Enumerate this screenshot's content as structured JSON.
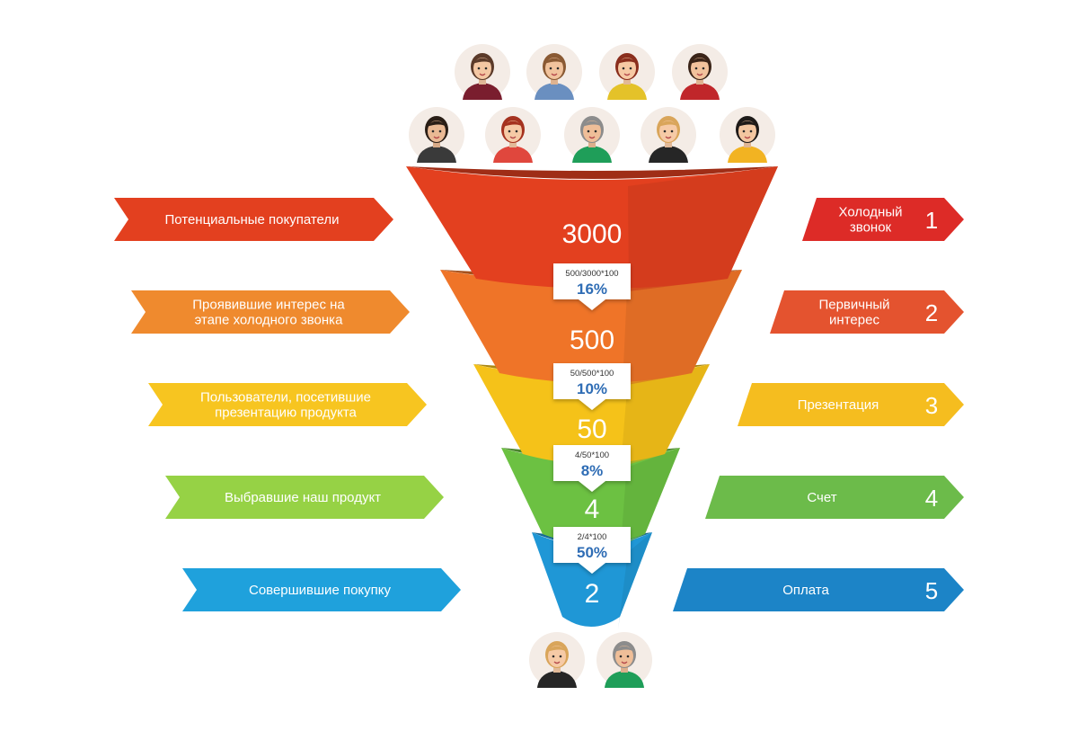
{
  "people_top": [
    {
      "icon": "woman-brown-hair-icon",
      "hair": "#5b3a29",
      "shirt": "#7a1e2e",
      "skin": "#f4c7a3"
    },
    {
      "icon": "man-plaid-shirt-icon",
      "hair": "#8a5a34",
      "shirt": "#6a8fc0",
      "skin": "#f1c39d"
    },
    {
      "icon": "woman-glasses-icon",
      "hair": "#8a2e1d",
      "shirt": "#e4c229",
      "skin": "#f6c9a4"
    },
    {
      "icon": "man-red-sweater-icon",
      "hair": "#3a2418",
      "shirt": "#c0262a",
      "skin": "#f2c29c"
    },
    {
      "icon": "man-beard-suit-icon",
      "hair": "#2a1e16",
      "shirt": "#3a3a3a",
      "skin": "#eab994"
    },
    {
      "icon": "woman-red-hair-icon",
      "hair": "#a5321f",
      "shirt": "#e0473d",
      "skin": "#f6caa6"
    },
    {
      "icon": "man-grey-hair-icon",
      "hair": "#8c8c8c",
      "shirt": "#1f9e59",
      "skin": "#efbe98"
    },
    {
      "icon": "woman-blonde-icon",
      "hair": "#d9a55a",
      "shirt": "#262626",
      "skin": "#f6caa6"
    },
    {
      "icon": "man-yellow-shirt-icon",
      "hair": "#1e1a18",
      "shirt": "#f2b322",
      "skin": "#f3c6a0"
    }
  ],
  "people_bottom": [
    {
      "icon": "woman-blonde-icon",
      "hair": "#d9a55a",
      "shirt": "#262626",
      "skin": "#f6caa6"
    },
    {
      "icon": "man-grey-hair-icon",
      "hair": "#8c8c8c",
      "shirt": "#1f9e59",
      "skin": "#efbe98"
    }
  ],
  "funnel": [
    {
      "value": "3000",
      "color": "#e3401f"
    },
    {
      "value": "500",
      "color": "#ef7428"
    },
    {
      "value": "50",
      "color": "#f5c219"
    },
    {
      "value": "4",
      "color": "#6cc142"
    },
    {
      "value": "2",
      "color": "#1f97d6"
    }
  ],
  "conversions": [
    {
      "formula": "500/3000*100",
      "percent": "16%"
    },
    {
      "formula": "50/500*100",
      "percent": "10%"
    },
    {
      "formula": "4/50*100",
      "percent": "8%"
    },
    {
      "formula": "2/4*100",
      "percent": "50%"
    }
  ],
  "left_labels": [
    {
      "lines": [
        "Потенциальные покупатели"
      ],
      "color": "#e3401f"
    },
    {
      "lines": [
        "Проявившие интерес на",
        "этапе холодного звонка"
      ],
      "color": "#ef8a2e"
    },
    {
      "lines": [
        "Пользователи, посетившие",
        "презентацию продукта"
      ],
      "color": "#f7c520"
    },
    {
      "lines": [
        "Выбравшие наш продукт"
      ],
      "color": "#96d245"
    },
    {
      "lines": [
        "Совершившие покупку"
      ],
      "color": "#1fa1dc"
    }
  ],
  "right_labels": [
    {
      "lines": [
        "Холодный",
        "звонок"
      ],
      "number": "1",
      "color": "#dd2b27"
    },
    {
      "lines": [
        "Первичный",
        "интерес"
      ],
      "number": "2",
      "color": "#e4532f"
    },
    {
      "lines": [
        "Презентация"
      ],
      "number": "3",
      "color": "#f5bd1f"
    },
    {
      "lines": [
        "Счет"
      ],
      "number": "4",
      "color": "#6cbb4a"
    },
    {
      "lines": [
        "Оплата"
      ],
      "number": "5",
      "color": "#1c84c7"
    }
  ]
}
